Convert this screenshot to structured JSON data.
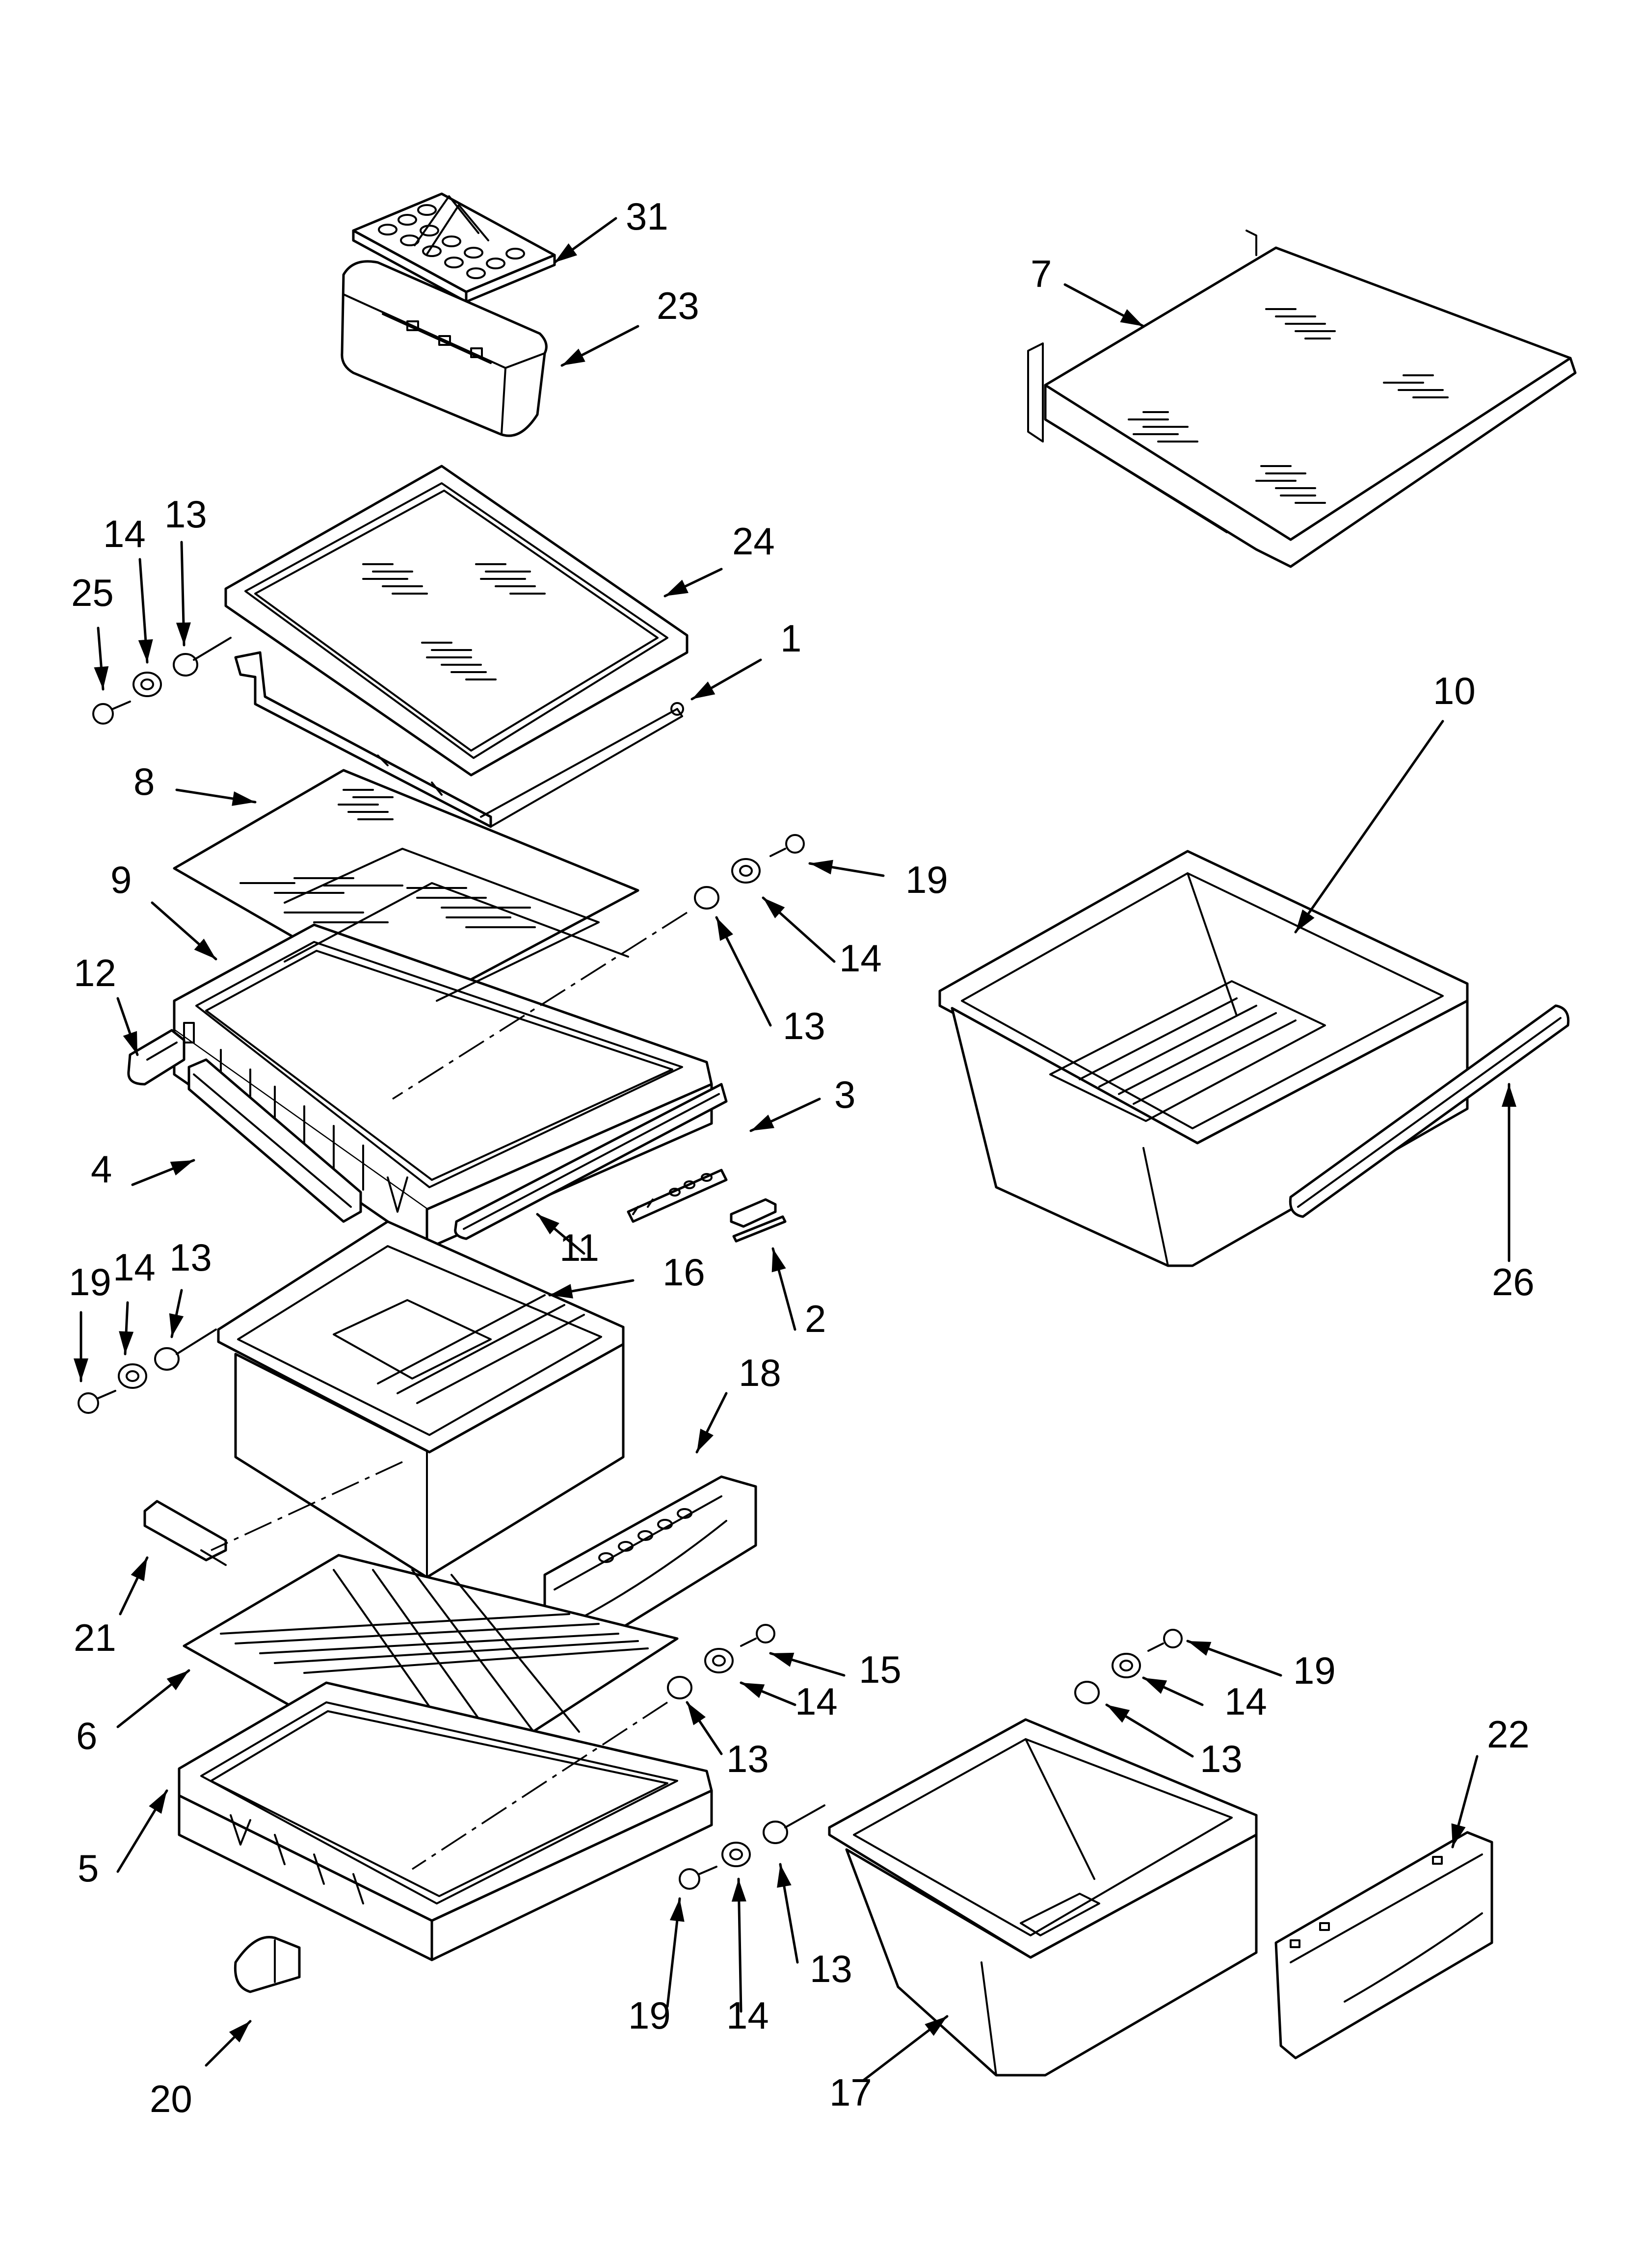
{
  "callouts": [
    {
      "key": "p31",
      "label": "31"
    },
    {
      "key": "p23",
      "label": "23"
    },
    {
      "key": "p7",
      "label": "7"
    },
    {
      "key": "p14a",
      "label": "14"
    },
    {
      "key": "p13a",
      "label": "13"
    },
    {
      "key": "p25",
      "label": "25"
    },
    {
      "key": "p24",
      "label": "24"
    },
    {
      "key": "p1",
      "label": "1"
    },
    {
      "key": "p10",
      "label": "10"
    },
    {
      "key": "p8",
      "label": "8"
    },
    {
      "key": "p19a",
      "label": "19"
    },
    {
      "key": "p9",
      "label": "9"
    },
    {
      "key": "p14b",
      "label": "14"
    },
    {
      "key": "p13b",
      "label": "13"
    },
    {
      "key": "p12",
      "label": "12"
    },
    {
      "key": "p3",
      "label": "3"
    },
    {
      "key": "p4",
      "label": "4"
    },
    {
      "key": "p11",
      "label": "11"
    },
    {
      "key": "p26",
      "label": "26"
    },
    {
      "key": "p19b",
      "label": "19"
    },
    {
      "key": "p14c",
      "label": "14"
    },
    {
      "key": "p13c",
      "label": "13"
    },
    {
      "key": "p16",
      "label": "16"
    },
    {
      "key": "p2",
      "label": "2"
    },
    {
      "key": "p18",
      "label": "18"
    },
    {
      "key": "p21",
      "label": "21"
    },
    {
      "key": "p15",
      "label": "15"
    },
    {
      "key": "p14d",
      "label": "14"
    },
    {
      "key": "p13d",
      "label": "13"
    },
    {
      "key": "p6",
      "label": "6"
    },
    {
      "key": "p19c",
      "label": "19"
    },
    {
      "key": "p14e",
      "label": "14"
    },
    {
      "key": "p13e",
      "label": "13"
    },
    {
      "key": "p22",
      "label": "22"
    },
    {
      "key": "p5",
      "label": "5"
    },
    {
      "key": "p13f",
      "label": "13"
    },
    {
      "key": "p19d",
      "label": "19"
    },
    {
      "key": "p14f",
      "label": "14"
    },
    {
      "key": "p20",
      "label": "20"
    },
    {
      "key": "p17",
      "label": "17"
    }
  ]
}
